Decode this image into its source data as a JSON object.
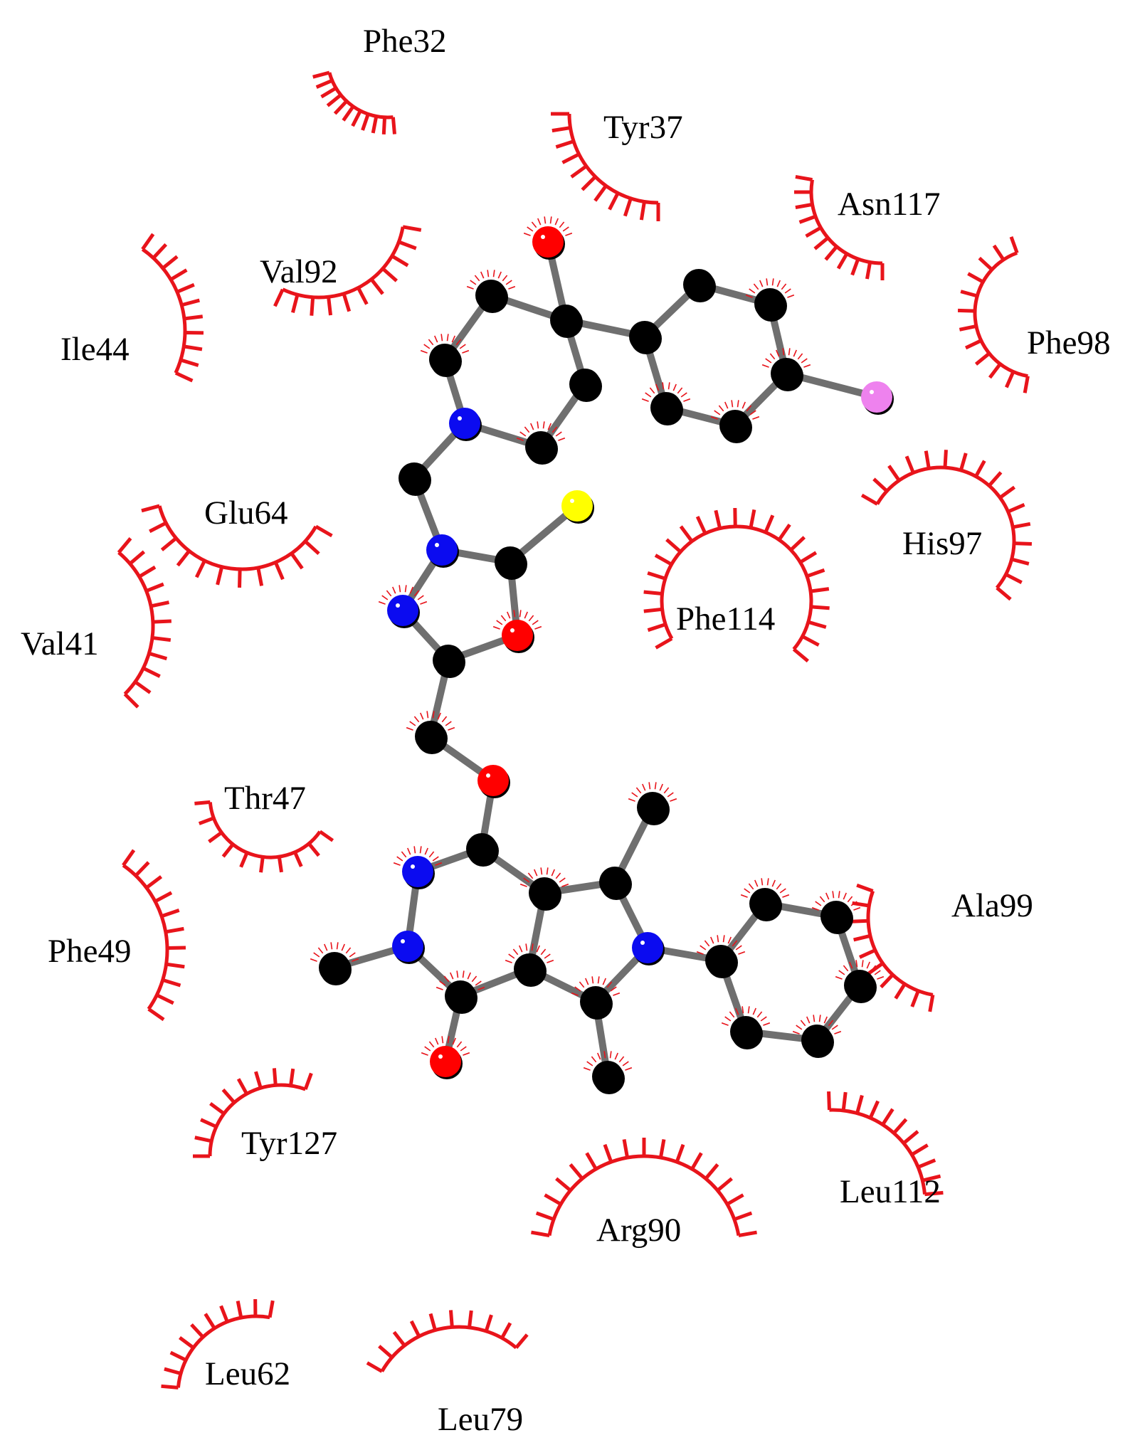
{
  "residues": [
    {
      "id": "Phe32",
      "label": "Phe32"
    },
    {
      "id": "Tyr37",
      "label": "Tyr37"
    },
    {
      "id": "Asn117",
      "label": "Asn117"
    },
    {
      "id": "Val92",
      "label": "Val92"
    },
    {
      "id": "Phe98",
      "label": "Phe98"
    },
    {
      "id": "Ile44",
      "label": "Ile44"
    },
    {
      "id": "His97",
      "label": "His97"
    },
    {
      "id": "Glu64",
      "label": "Glu64"
    },
    {
      "id": "Phe114",
      "label": "Phe114"
    },
    {
      "id": "Val41",
      "label": "Val41"
    },
    {
      "id": "Thr47",
      "label": "Thr47"
    },
    {
      "id": "Ala99",
      "label": "Ala99"
    },
    {
      "id": "Phe49",
      "label": "Phe49"
    },
    {
      "id": "Tyr127",
      "label": "Tyr127"
    },
    {
      "id": "Leu112",
      "label": "Leu112"
    },
    {
      "id": "Arg90",
      "label": "Arg90"
    },
    {
      "id": "Leu62",
      "label": "Leu62"
    },
    {
      "id": "Leu79",
      "label": "Leu79"
    }
  ],
  "colors": {
    "carbon": "#000000",
    "nitrogen": "#0b0bf0",
    "oxygen": "#ff0000",
    "sulfur": "#ffff00",
    "fluorine": "#ee82ee",
    "bond": "#6f6f6f",
    "hydrophobic_contact": "#e8141b"
  }
}
